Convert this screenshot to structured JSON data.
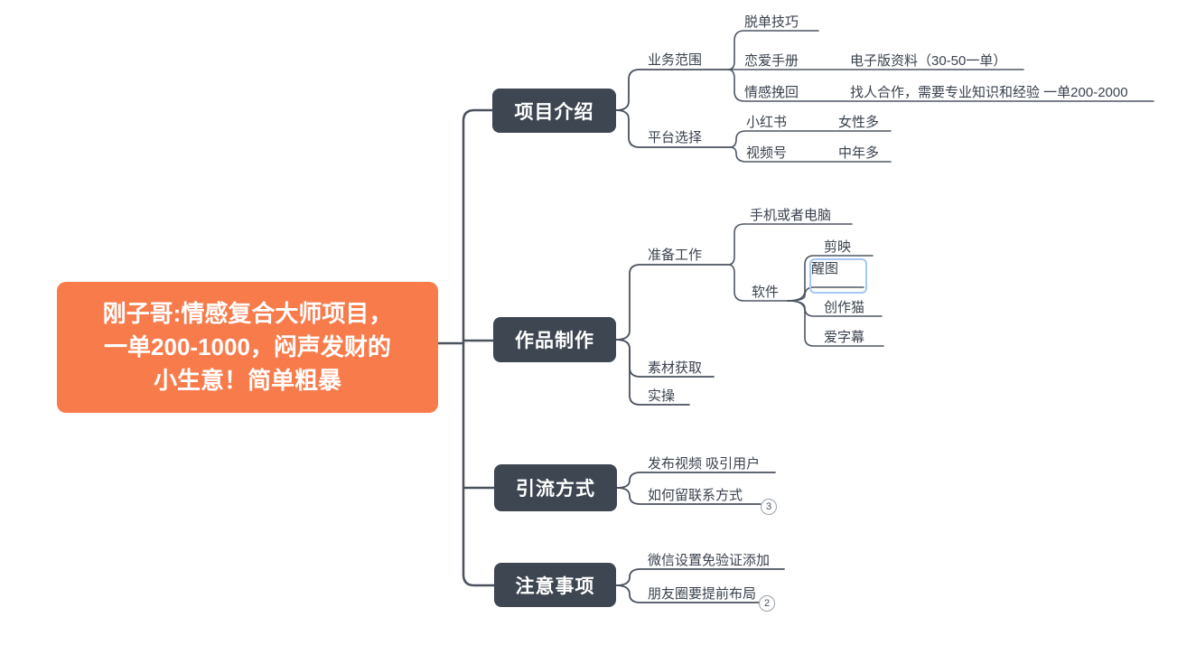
{
  "mindmap": {
    "root": {
      "label": "刚子哥:情感复合大师项目，\n一单200-1000，闷声发财的\n小生意！简单粗暴"
    },
    "branches": [
      {
        "label": "项目介绍",
        "topics": [
          {
            "label": "业务范围",
            "children": [
              {
                "label": "脱单技巧"
              },
              {
                "label": "恋爱手册",
                "note": "电子版资料（30-50一单）"
              },
              {
                "label": "情感挽回",
                "note": "找人合作，需要专业知识和经验 一单200-2000"
              }
            ]
          },
          {
            "label": "平台选择",
            "children": [
              {
                "label": "小红书",
                "note": "女性多"
              },
              {
                "label": "视频号",
                "note": "中年多"
              }
            ]
          }
        ]
      },
      {
        "label": "作品制作",
        "topics": [
          {
            "label": "准备工作",
            "children": [
              {
                "label": "手机或者电脑"
              },
              {
                "label": "软件",
                "children": [
                  {
                    "label": "剪映"
                  },
                  {
                    "label": "醒图",
                    "selected": true
                  },
                  {
                    "label": "创作猫"
                  },
                  {
                    "label": "爱字幕"
                  }
                ]
              }
            ]
          },
          {
            "label": "素材获取"
          },
          {
            "label": "实操"
          }
        ]
      },
      {
        "label": "引流方式",
        "topics": [
          {
            "label": "发布视频 吸引用户"
          },
          {
            "label": "如何留联系方式",
            "collapsed_count": "3"
          }
        ]
      },
      {
        "label": "注意事项",
        "topics": [
          {
            "label": "微信设置免验证添加"
          },
          {
            "label": "朋友圈要提前布局",
            "collapsed_count": "2"
          }
        ]
      }
    ],
    "colors": {
      "root_bg": "#F87B4B",
      "branch_bg": "#3E4651",
      "line": "#4A525E",
      "selection_border": "#A5C7F3",
      "text": "#3A424D",
      "node_text": "#FFFFFF"
    }
  }
}
